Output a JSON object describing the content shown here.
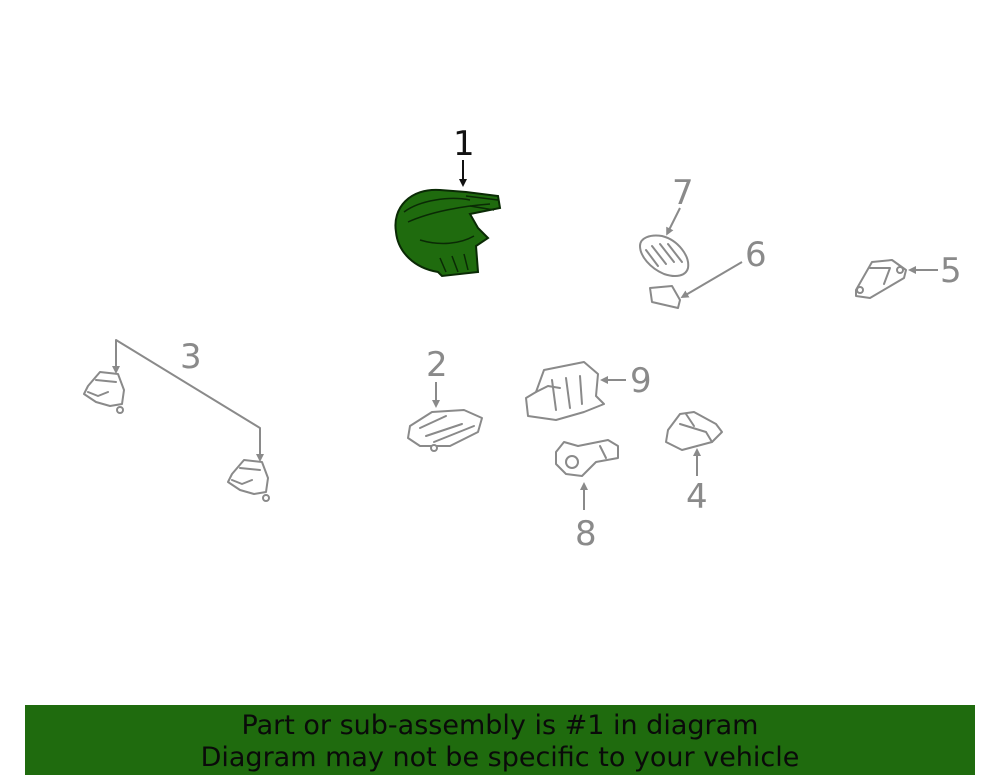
{
  "callouts": {
    "c1": "1",
    "c2": "2",
    "c3": "3",
    "c4": "4",
    "c5": "5",
    "c6": "6",
    "c7": "7",
    "c8": "8",
    "c9": "9"
  },
  "highlight_color": "#1f6b0e",
  "banner": {
    "line1": "Part or sub-assembly is #1 in diagram",
    "line2": "Diagram may not be specific to your vehicle"
  }
}
